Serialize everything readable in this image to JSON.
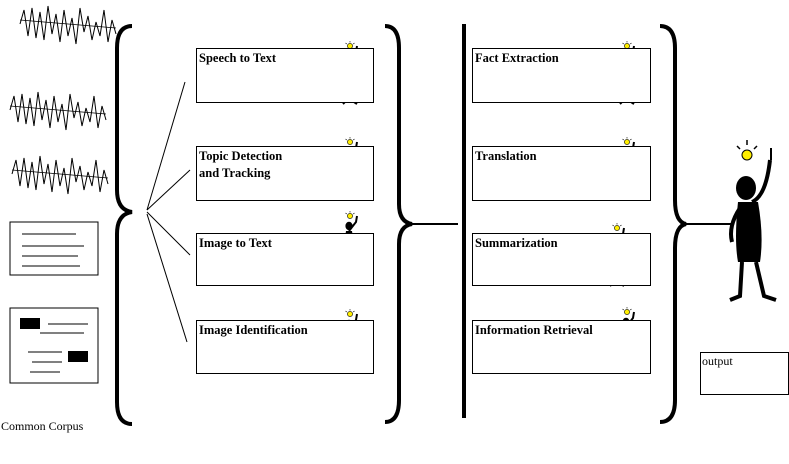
{
  "corpus": {
    "label": "Common Corpus"
  },
  "input_tasks": [
    {
      "label": "Speech to Text"
    },
    {
      "label": "Topic Detection\nand Tracking"
    },
    {
      "label": "Image to Text"
    },
    {
      "label": "Image Identification"
    }
  ],
  "analysis_tasks": [
    {
      "label": "Fact Extraction"
    },
    {
      "label": "Translation"
    },
    {
      "label": "Summarization"
    },
    {
      "label": "Information Retrieval"
    }
  ],
  "output": {
    "label": "output"
  },
  "icons": {
    "waveform": "speech-waveform-icon",
    "text_document": "text-document-icon",
    "image_document": "image-document-icon",
    "person": "person-with-lightbulb-icon"
  },
  "colors": {
    "line": "#000000",
    "bulb": "#ffee00",
    "background": "#ffffff"
  }
}
